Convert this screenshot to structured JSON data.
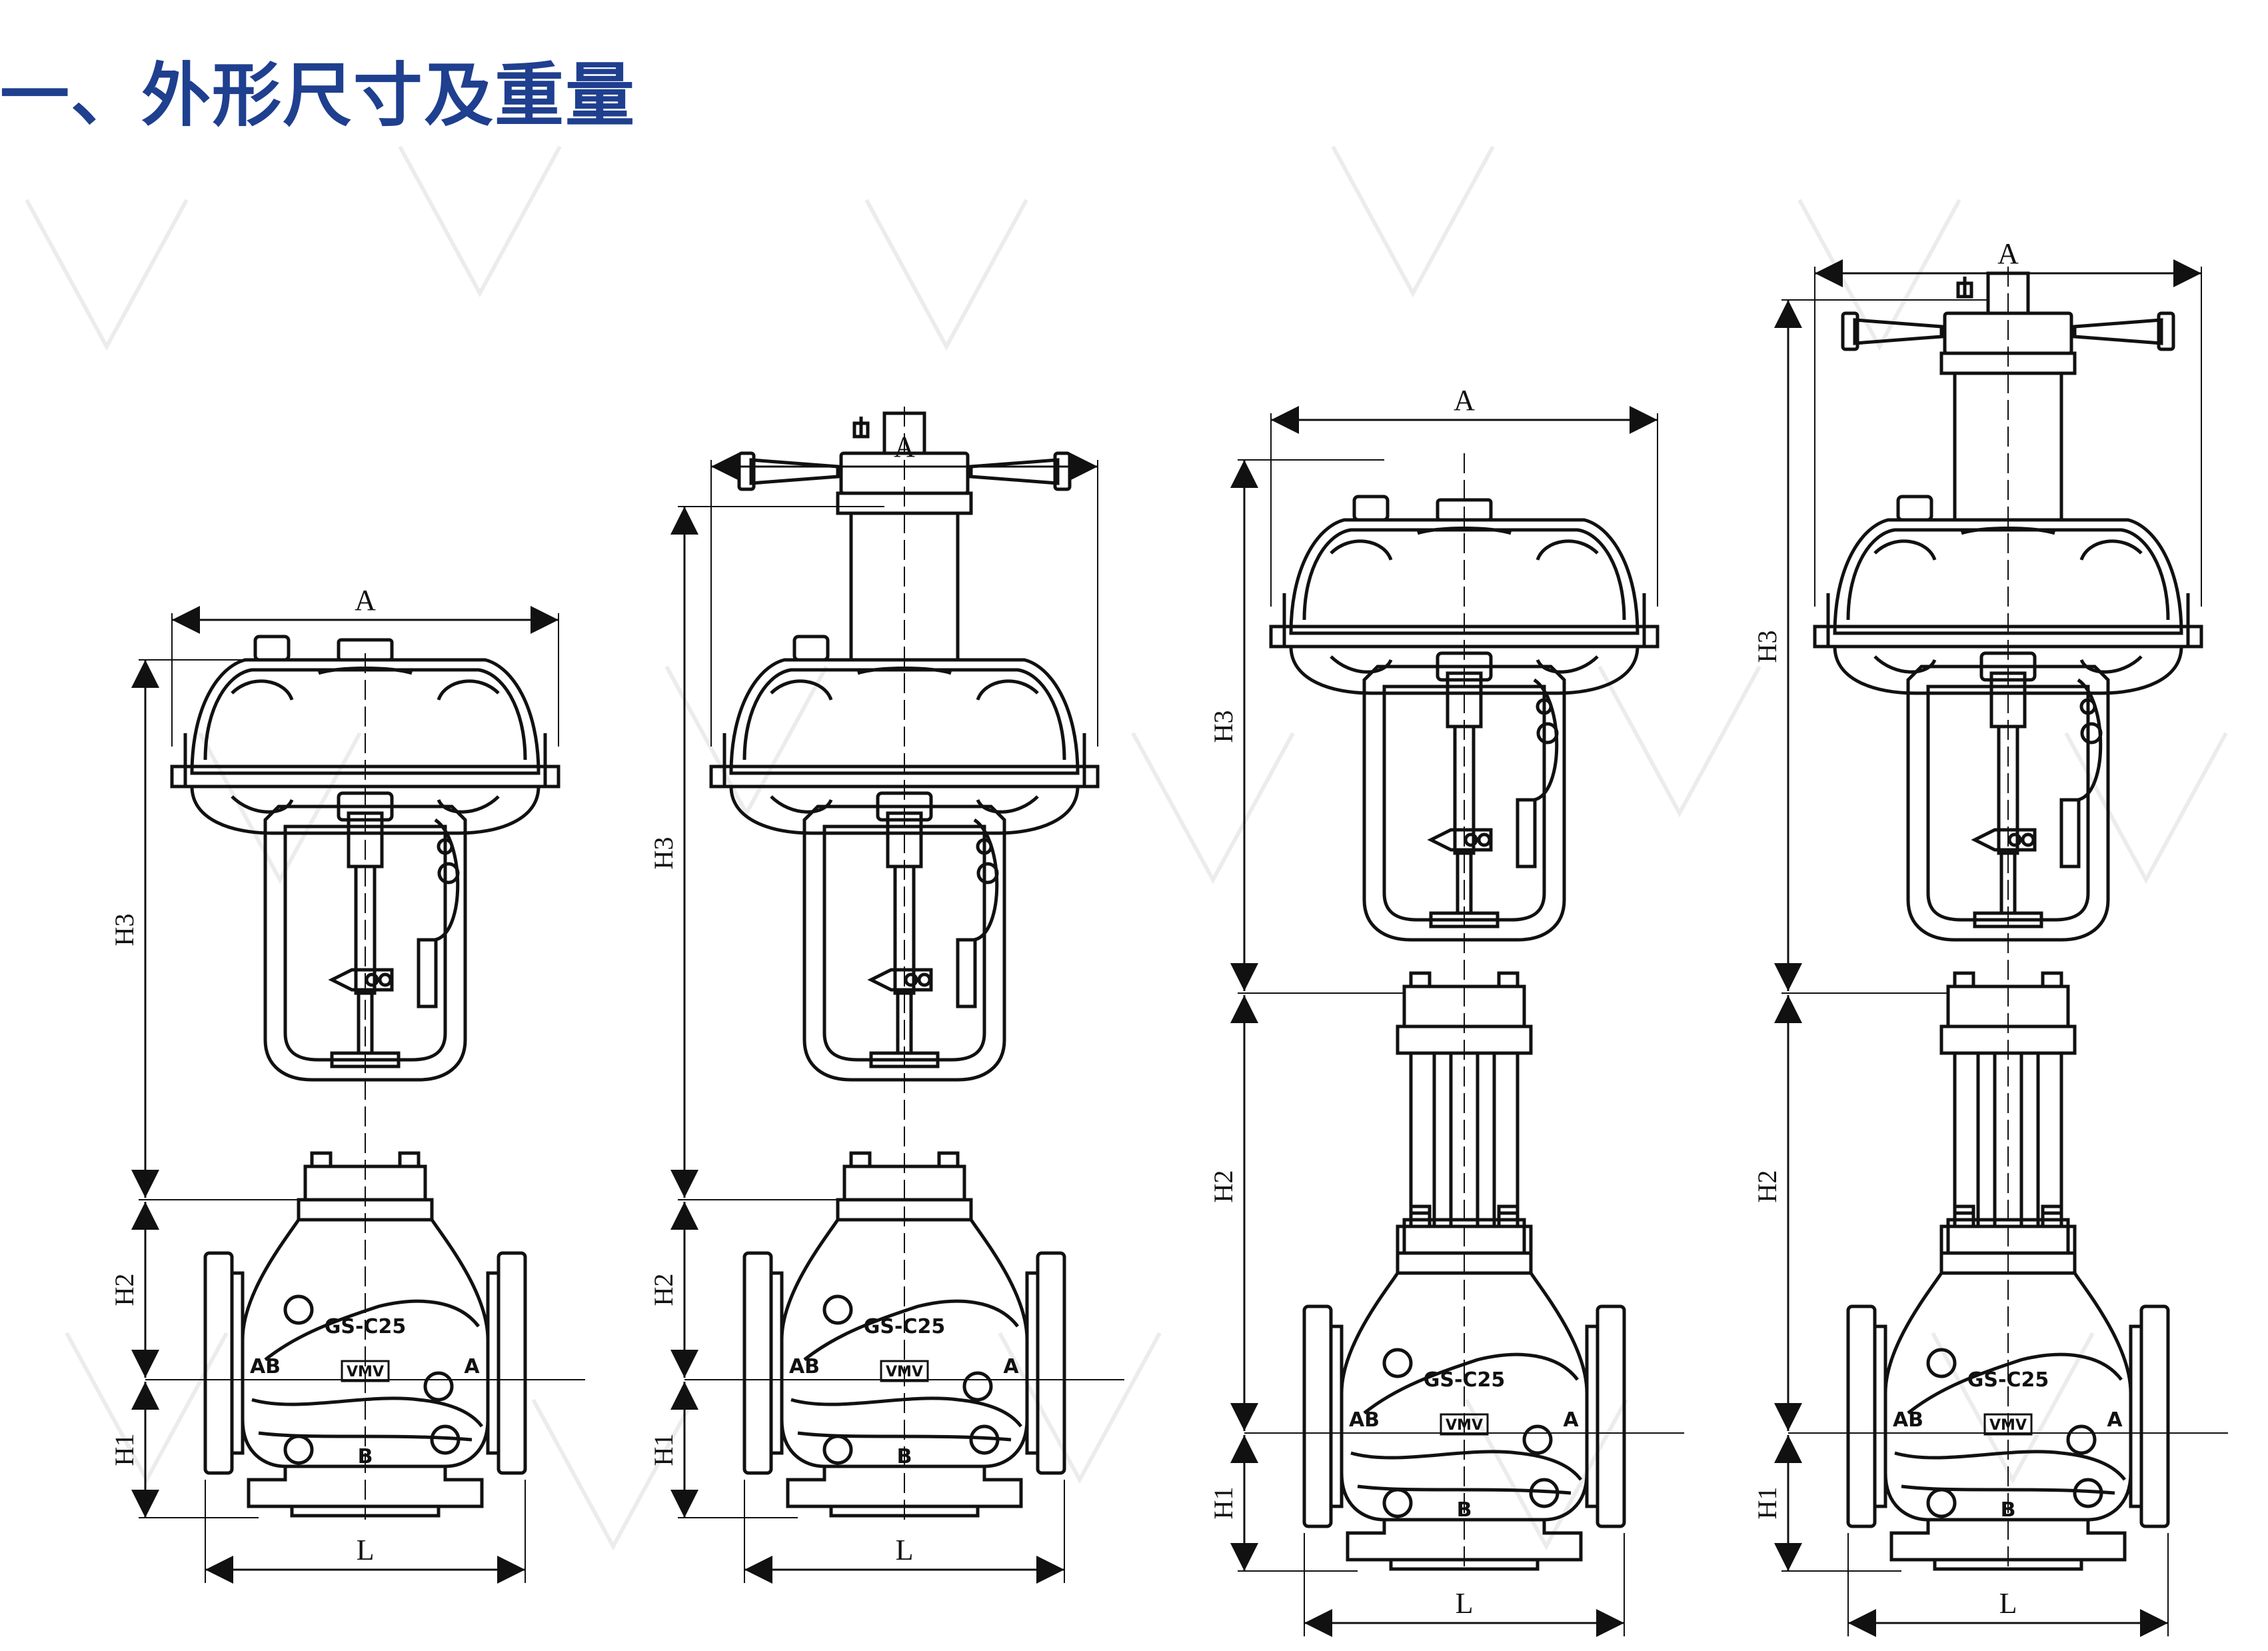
{
  "title": "一、外形尺寸及重量",
  "colors": {
    "title": "#1f3f8f",
    "line": "#111111",
    "watermark": "#ececec"
  },
  "drawings": [
    {
      "id": "v1",
      "actuator": "plain",
      "labels": {
        "width": "A",
        "actuator_height": "H3",
        "upper_height": "H2",
        "lower_height": "H1",
        "length": "L"
      },
      "body": {
        "model": "GS-C25",
        "port_left": "AB",
        "port_right": "A",
        "port_bottom": "B",
        "logo": "VMV"
      }
    },
    {
      "id": "v2",
      "actuator": "handwheel",
      "labels": {
        "width": "A",
        "actuator_height": "H3",
        "upper_height": "H2",
        "lower_height": "H1",
        "length": "L"
      },
      "body": {
        "model": "GS-C25",
        "port_left": "AB",
        "port_right": "A",
        "port_bottom": "B",
        "logo": "VMV"
      }
    },
    {
      "id": "v3",
      "actuator": "plain-extended",
      "labels": {
        "width": "A",
        "actuator_height": "H3",
        "upper_height": "H2",
        "lower_height": "H1",
        "length": "L"
      },
      "body": {
        "model": "GS-C25",
        "port_left": "AB",
        "port_right": "A",
        "port_bottom": "B",
        "logo": "VMV"
      }
    },
    {
      "id": "v4",
      "actuator": "handwheel-extended",
      "labels": {
        "width": "A",
        "actuator_height": "H3",
        "upper_height": "H2",
        "lower_height": "H1",
        "length": "L"
      },
      "body": {
        "model": "GS-C25",
        "port_left": "AB",
        "port_right": "A",
        "port_bottom": "B",
        "logo": "VMV"
      }
    }
  ]
}
